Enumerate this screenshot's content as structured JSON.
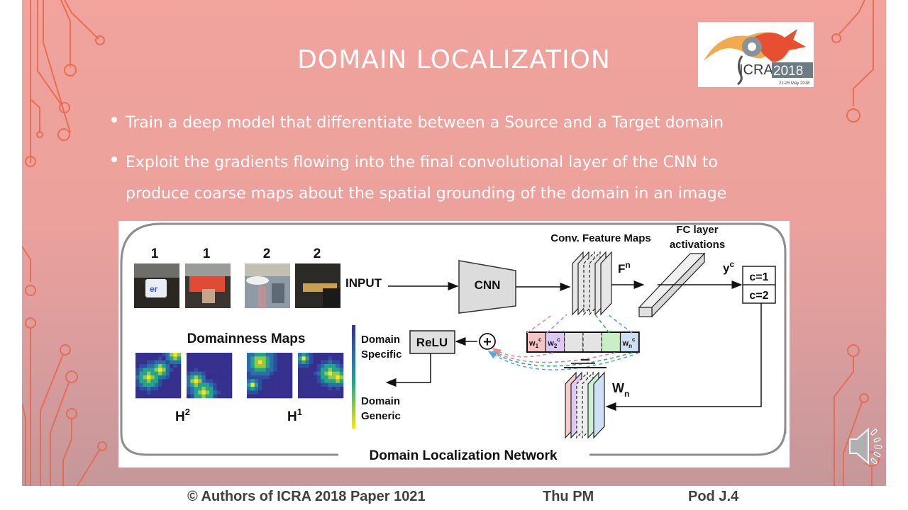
{
  "slide": {
    "title": "DOMAIN LOCALIZATION",
    "bullets": [
      "Train a deep model that differentiate between a Source and a Target domain",
      "Exploit the gradients flowing into the final convolutional layer of the CNN to produce coarse maps about the spatial grounding of the domain in an image"
    ],
    "bullet_lines": [
      [
        "Train a deep model that differentiate between a Source and a Target domain"
      ],
      [
        "Exploit the gradients flowing into the final convolutional layer of the CNN to",
        "produce coarse maps about the spatial grounding of the domain in an image"
      ]
    ]
  },
  "logo": {
    "name": "ICRA",
    "year": "2018",
    "dates": "21-25 May 2018",
    "colors": {
      "orange": "#f5a22a",
      "red": "#e4452c",
      "gray": "#6d7b83"
    }
  },
  "figure": {
    "input_labels": [
      "1",
      "1",
      "2",
      "2"
    ],
    "input_label": "INPUT",
    "cnn_label": "CNN",
    "conv_feature_maps_label": "Conv. Feature Maps",
    "fn_label": "F",
    "fn_sup": "n",
    "fc_label_line1": "FC layer",
    "fc_label_line2": "activations",
    "yc_label": "y",
    "yc_sup": "c",
    "classes": [
      "c=1",
      "c=2"
    ],
    "domainness_title": "Domainness Maps",
    "h_labels": [
      {
        "base": "H",
        "sup": "2"
      },
      {
        "base": "H",
        "sup": "1"
      }
    ],
    "colorbar_top_line1": "Domain",
    "colorbar_top_line2": "Specific",
    "colorbar_bottom_line1": "Domain",
    "colorbar_bottom_line2": "Generic",
    "relu_label": "ReLU",
    "plus_symbol": "+",
    "weights": [
      {
        "base": "w",
        "sub": "1",
        "sup": "c",
        "color": "#f6c4c4"
      },
      {
        "base": "w",
        "sub": "2",
        "sup": "c",
        "color": "#dcc8f2"
      },
      {
        "base": "",
        "sub": "",
        "sup": "",
        "color": "#e4e4e4"
      },
      {
        "base": "",
        "sub": "",
        "sup": "",
        "color": "#e4e4e4"
      },
      {
        "base": "",
        "sub": "",
        "sup": "",
        "color": "#c9f0c4"
      },
      {
        "base": "w",
        "sub": "n",
        "sup": "c",
        "color": "#cfe0f5"
      }
    ],
    "wn_label": "W",
    "wn_sub": "n",
    "network_label": "Domain Localization Network",
    "dash_colors": [
      "#e58b8b",
      "#b08ad8",
      "#3fae63",
      "#5aa8d8"
    ]
  },
  "footer": {
    "copyright": "© Authors of ICRA 2018 Paper 1021",
    "session": "Thu PM",
    "pod": "Pod J.4"
  },
  "colors": {
    "circuit": "#e8694c",
    "slide_top": "#f1a39c",
    "slide_bottom": "#c59799",
    "viridis_low": "#35308d",
    "viridis_high": "#f8e51e"
  }
}
